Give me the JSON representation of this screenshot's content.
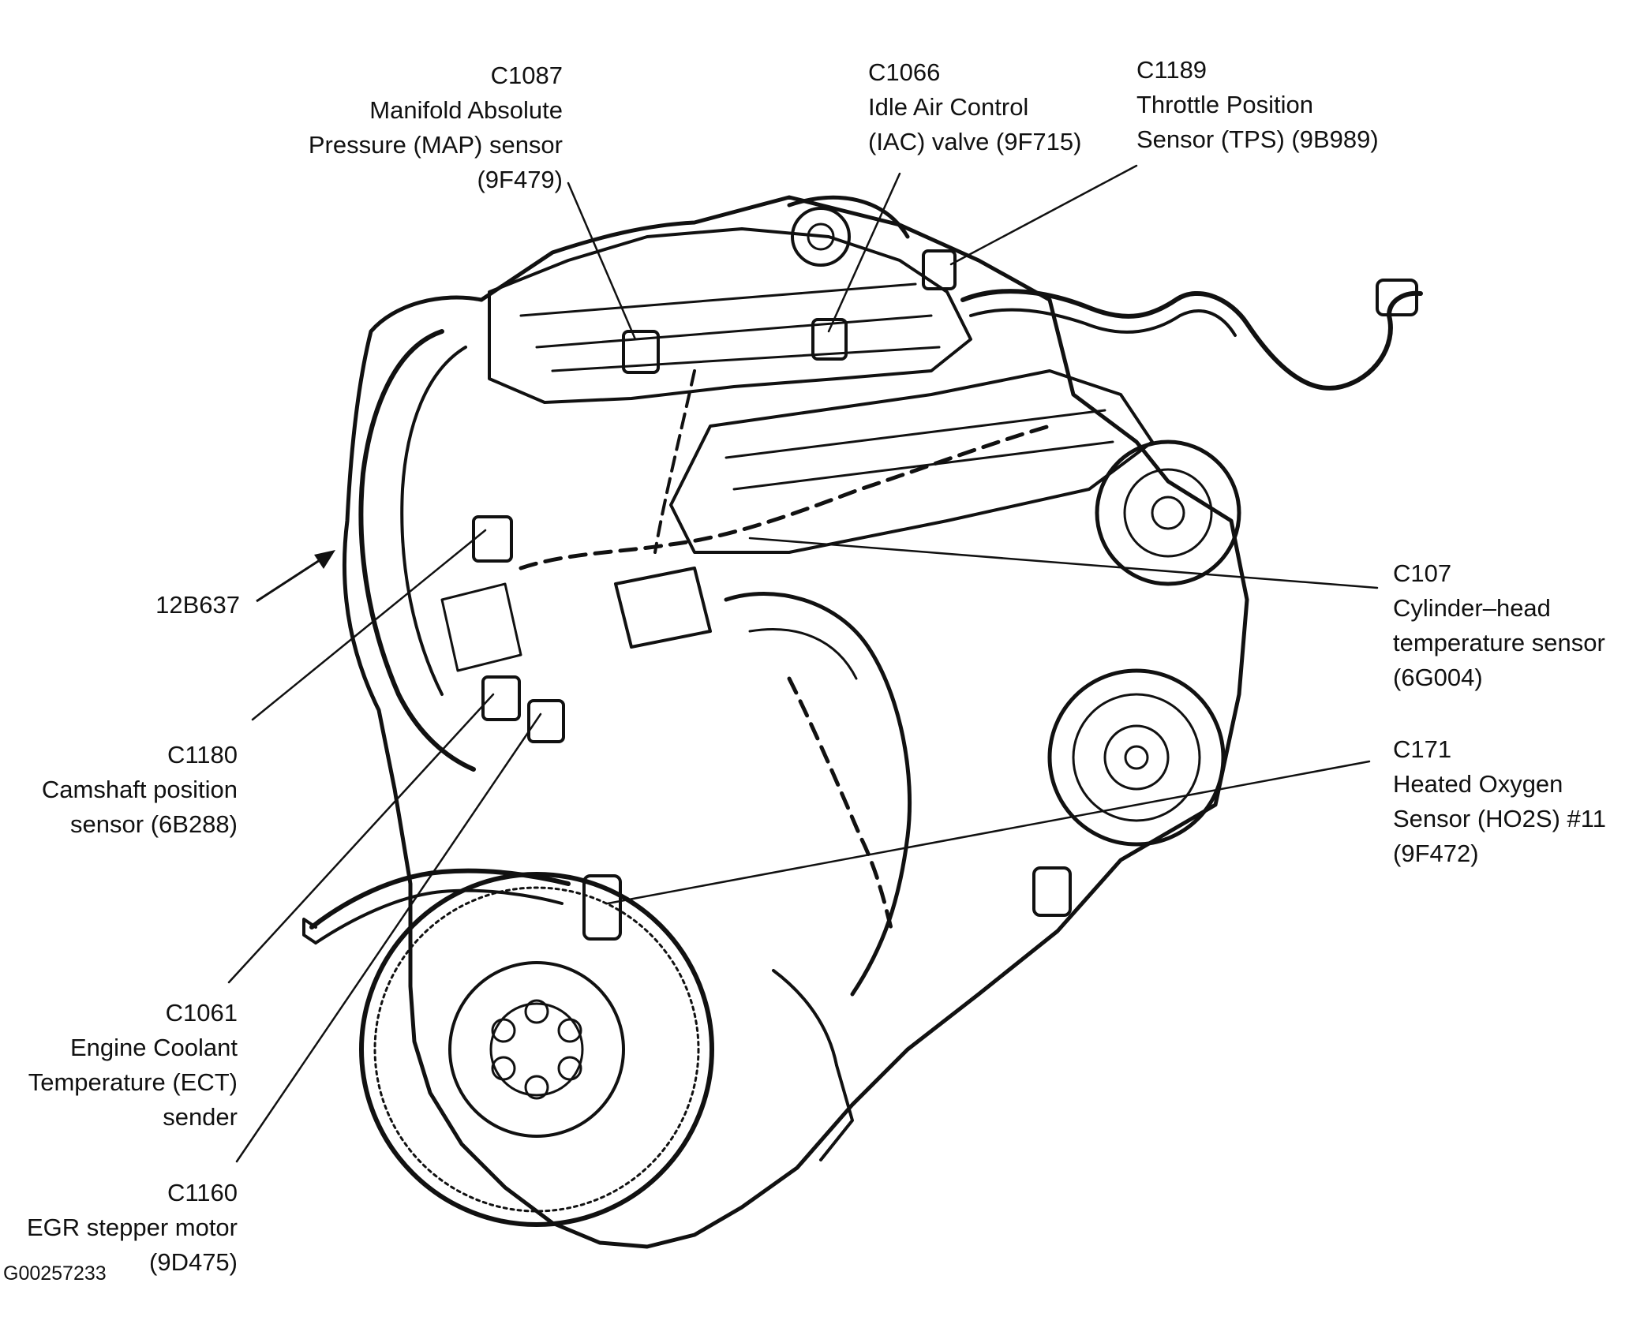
{
  "figure_id": "G00257233",
  "callouts": [
    {
      "id": "map",
      "lines": [
        "C1087",
        "Manifold Absolute",
        "Pressure (MAP) sensor",
        "(9F479)"
      ]
    },
    {
      "id": "iac",
      "lines": [
        "C1066",
        "Idle Air Control",
        "(IAC) valve (9F715)"
      ]
    },
    {
      "id": "tps",
      "lines": [
        "C1189",
        "Throttle Position",
        "Sensor (TPS) (9B989)"
      ]
    },
    {
      "id": "harness",
      "lines": [
        "12B637"
      ]
    },
    {
      "id": "chts",
      "lines": [
        "C107",
        "Cylinder–head",
        "temperature sensor",
        "(6G004)"
      ]
    },
    {
      "id": "cmp",
      "lines": [
        "C1180",
        "Camshaft position",
        "sensor (6B288)"
      ]
    },
    {
      "id": "ho2s",
      "lines": [
        "C171",
        "Heated Oxygen",
        "Sensor (HO2S) #11",
        "(9F472)"
      ]
    },
    {
      "id": "ect",
      "lines": [
        "C1061",
        "Engine Coolant",
        "Temperature (ECT)",
        "sender"
      ]
    },
    {
      "id": "egr",
      "lines": [
        "C1160",
        "EGR stepper motor",
        "(9D475)"
      ]
    }
  ]
}
